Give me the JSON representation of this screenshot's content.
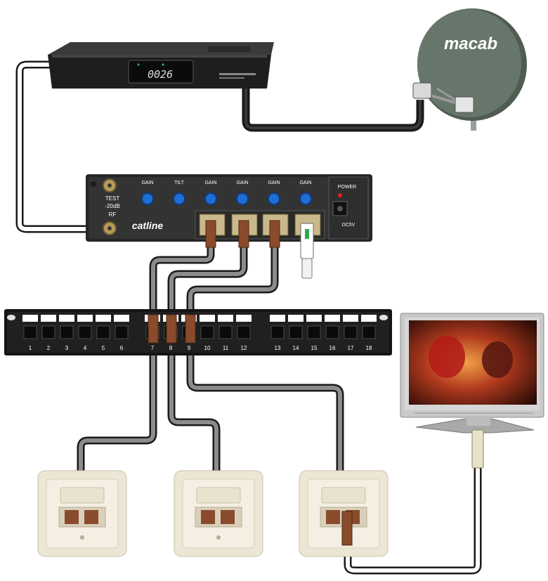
{
  "receiver": {
    "display": "0026"
  },
  "dish": {
    "brand": "macab"
  },
  "amplifier": {
    "brand": "catline",
    "test_label": "TEST",
    "test_level": "-20dB",
    "rf_label": "RF",
    "knobs": [
      "GAIN",
      "TILT",
      "GAIN",
      "GAIN",
      "GAIN",
      "GAIN"
    ],
    "power_label": "POWER",
    "dc_label": "DC5V"
  },
  "patch_panel": {
    "ports": [
      "1",
      "2",
      "3",
      "4",
      "5",
      "6",
      "7",
      "8",
      "9",
      "10",
      "11",
      "12",
      "13",
      "14",
      "15",
      "16",
      "17",
      "18"
    ]
  },
  "wall_outlets": 3,
  "colors": {
    "amplifier_body": "#2b2b2b",
    "receiver_body": "#1f1f1f",
    "dish": "#5f6f63",
    "cable_gray": "#8c8c8c",
    "knob_blue": "#1f6ed6",
    "plug_brown": "#8a4b2c",
    "outlet": "#ece6d5"
  }
}
